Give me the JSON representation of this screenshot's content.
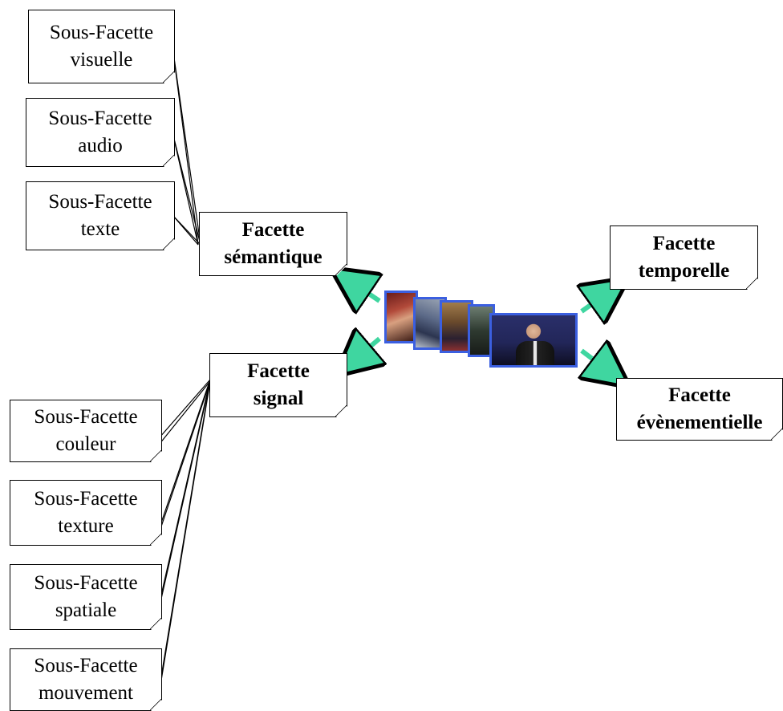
{
  "semantique": {
    "title_line1": "Facette",
    "title_line2": "sémantique",
    "subs": [
      {
        "line1": "Sous-Facette",
        "line2": "visuelle"
      },
      {
        "line1": "Sous-Facette",
        "line2": "audio"
      },
      {
        "line1": "Sous-Facette",
        "line2": "texte"
      }
    ]
  },
  "signal": {
    "title_line1": "Facette",
    "title_line2": "signal",
    "subs": [
      {
        "line1": "Sous-Facette",
        "line2": "couleur"
      },
      {
        "line1": "Sous-Facette",
        "line2": "texture"
      },
      {
        "line1": "Sous-Facette",
        "line2": "spatiale"
      },
      {
        "line1": "Sous-Facette",
        "line2": "mouvement"
      }
    ]
  },
  "temporelle": {
    "title_line1": "Facette",
    "title_line2": "temporelle"
  },
  "evenementielle": {
    "title_line1": "Facette",
    "title_line2": "évènementielle"
  },
  "colors": {
    "arrow": "#3fd6a0",
    "frame_border": "#3b5fe0"
  },
  "video": {
    "frame_count": 5
  }
}
